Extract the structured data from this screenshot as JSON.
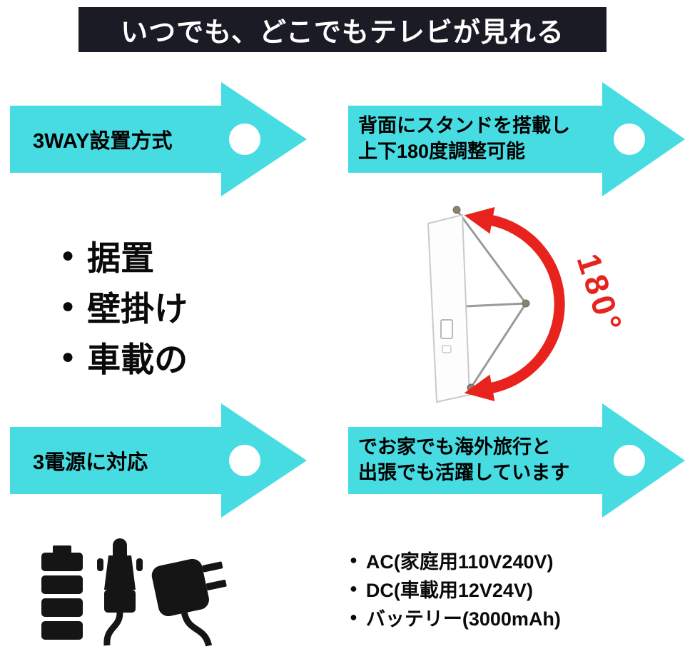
{
  "header": {
    "title": "いつでも、どこでもテレビが見れる"
  },
  "colors": {
    "banner_bg": "#1b1b25",
    "arrow_cyan": "#47dce2",
    "accent_red": "#e8231d"
  },
  "installation": {
    "arrow_label": "3WAY設置方式",
    "detail_lines": [
      "背面にスタンドを搭載し",
      "上下180度調整可能"
    ],
    "mount_types": [
      "据置",
      "壁掛け",
      "車載の"
    ],
    "angle_label": "180°"
  },
  "power": {
    "arrow_label": "3電源に対応",
    "detail_lines": [
      "でお家でも海外旅行と",
      "出張でも活躍しています"
    ],
    "sources": [
      "AC(家庭用110V240V)",
      "DC(車載用12V24V)",
      "バッテリー(3000mAh)"
    ],
    "icons": [
      "battery-icon",
      "car-charger-plug-icon",
      "ac-adapter-icon"
    ]
  }
}
